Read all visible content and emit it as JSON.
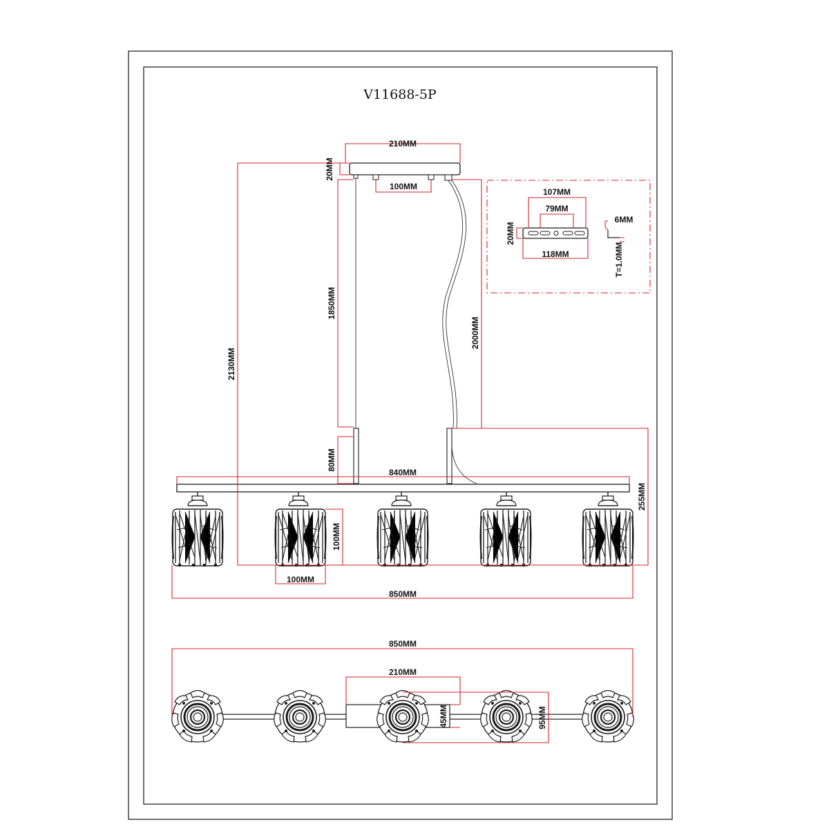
{
  "title": "V11688-5P",
  "dimensions": {
    "canopy_width": "210MM",
    "canopy_height": "20MM",
    "canopy_hole_spacing": "100MM",
    "rod_drop": "1850MM",
    "overall_height": "2130MM",
    "cable_length": "2000MM",
    "rod_length": "80MM",
    "bar_length": "840MM",
    "lamp_drop": "255MM",
    "shade_height": "100MM",
    "shade_width": "100MM",
    "overall_width": "850MM",
    "bracket_slot_width": "107MM",
    "bracket_inner": "79MM",
    "bracket_height": "20MM",
    "bracket_length": "118MM",
    "bracket_lip": "6MM",
    "bracket_thickness": "T=1.0MM",
    "top_overall_width": "850MM",
    "top_canopy_width": "210MM",
    "top_canopy_depth": "45MM",
    "top_lamp_diameter": "95MM"
  },
  "colors": {
    "dimension_line": "#d4222a",
    "drawing_line": "#1a1a1a"
  }
}
